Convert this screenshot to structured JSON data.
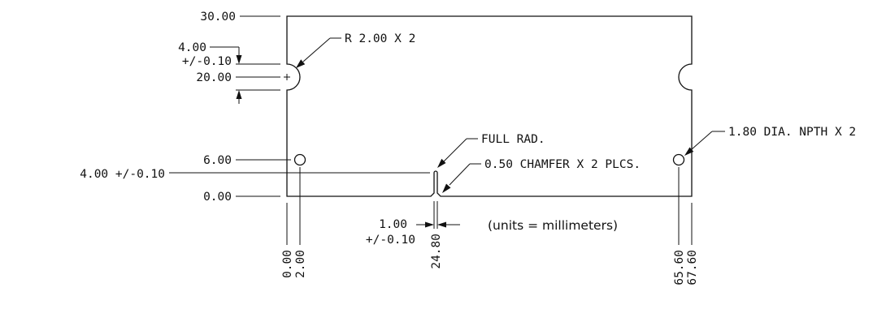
{
  "dimensions": {
    "y_30": "30.00",
    "y_4_tol": "4.00",
    "y_4_tol_pm": "+/-0.10",
    "y_20": "20.00",
    "y_6": "6.00",
    "y_slot": "4.00 +/-0.10",
    "y_0": "0.00",
    "x_0": "0.00",
    "x_2": "2.00",
    "x_24_8": "24.80",
    "x_65_6": "65.60",
    "x_67_6": "67.60",
    "slot_width": "1.00",
    "slot_width_pm": "+/-0.10"
  },
  "callouts": {
    "radius": "R 2.00 X 2",
    "full_rad": "FULL RAD.",
    "chamfer": "0.50 CHAMFER X 2 PLCS.",
    "holes": "1.80 DIA. NPTH X 2"
  },
  "units_note": "(units = millimeters)"
}
